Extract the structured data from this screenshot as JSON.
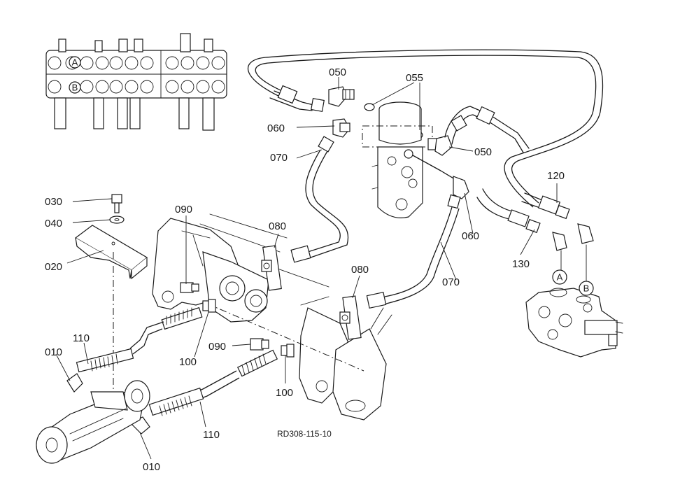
{
  "labels": {
    "l050a": "050",
    "l055": "055",
    "l060a": "060",
    "l050b": "050",
    "l070a": "070",
    "l120": "120",
    "l030": "030",
    "l040": "040",
    "l020": "020",
    "l090a": "090",
    "l080a": "080",
    "l060b": "060",
    "l130": "130",
    "l080b": "080",
    "l070b": "070",
    "l100a": "100",
    "l090b": "090",
    "l010a": "010",
    "l110a": "110",
    "l100b": "100",
    "l110b": "110",
    "l010b": "010"
  },
  "ports": {
    "a_top": "A",
    "b_top": "B",
    "a_bottom": "A",
    "b_bottom": "B"
  },
  "reference": "RD308-115-10"
}
